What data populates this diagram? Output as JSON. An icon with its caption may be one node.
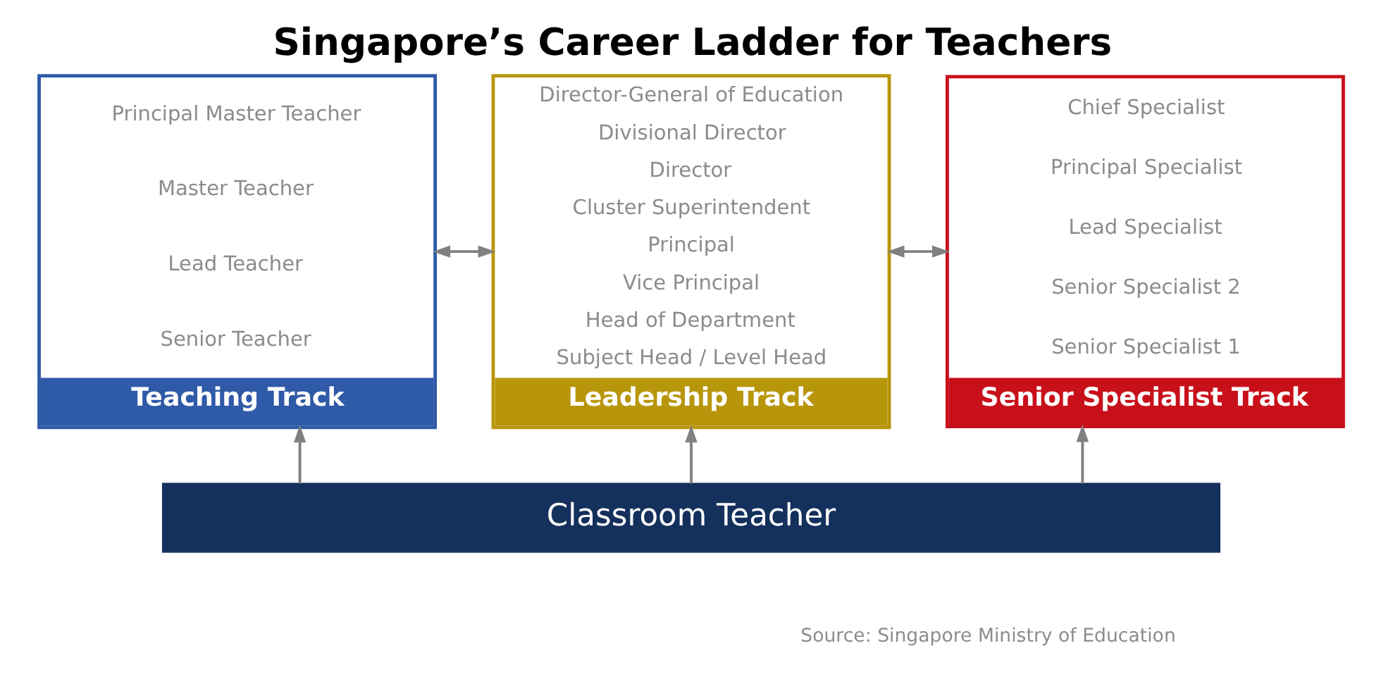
{
  "diagram": {
    "title": "Singapore’s Career Ladder for Teachers",
    "nodes": [
      {
        "text": [
          "Principal Master Teacher",
          "Master Teacher",
          "Lead Teacher",
          "Senior Teacher",
          "Teaching Track"
        ]
      },
      {
        "text": [
          "Director-General of Education",
          "Divisional Director",
          "Director",
          "Cluster Superintendent",
          "Principal",
          "Vice Principal",
          "Head of Department",
          "Subject Head / Level Head",
          "Leadership Track"
        ]
      },
      {
        "text": [
          "Chief Specialist",
          "Principal Specialist",
          "Lead Specialist",
          "Senior Specialist 2",
          "Senior Specialist 1",
          "Senior Specialist Track"
        ]
      },
      {
        "text": [
          "Classroom Teacher"
        ]
      }
    ],
    "edges": [
      {
        "from": 0,
        "to": 1,
        "arrow": "both"
      },
      {
        "from": 1,
        "to": 2,
        "arrow": "both"
      },
      {
        "from": 3,
        "to": 0,
        "arrow": "to"
      },
      {
        "from": 3,
        "to": 1,
        "arrow": "to"
      },
      {
        "from": 3,
        "to": 2,
        "arrow": "to"
      }
    ],
    "labels": [
      "Source: Singapore Ministry of Education"
    ]
  }
}
